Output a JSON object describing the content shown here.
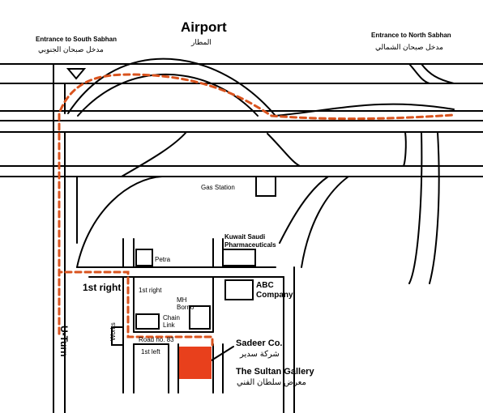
{
  "map": {
    "airport": {
      "label": "Airport",
      "label_ar": "المطار"
    },
    "entrance_south": {
      "label": "Entrance to South Sabhan",
      "label_ar": "مدخل صبحان الجنوبي"
    },
    "entrance_north": {
      "label": "Entrance to North Sabhan",
      "label_ar": "مدخل صبحان الشمالي"
    },
    "gas_station": "Gas Station",
    "kuwait_saudi": {
      "line1": "Kuwait Saudi",
      "line2": "Pharmaceuticals"
    },
    "petra": "Petra",
    "abc": {
      "line1": "ABC",
      "line2": "Company"
    },
    "first_right_big": "1st right",
    "first_right_small": "1st right",
    "mh_borno": {
      "line1": "MH",
      "line2": "Borno"
    },
    "chain_link": {
      "line1": "Chain",
      "line2": "Link"
    },
    "road": "Road no. 83",
    "first_left": "1st left",
    "u_turn": "U-Turn",
    "works": "Works",
    "sadeer": {
      "label": "Sadeer Co.",
      "label_ar": "شركة سدير"
    },
    "gallery": {
      "label": "The Sultan Gallery",
      "label_ar": "معرض سلطان الفني"
    },
    "colors": {
      "route": "#d9531e",
      "destination": "#e8401c",
      "line": "#000000"
    }
  }
}
